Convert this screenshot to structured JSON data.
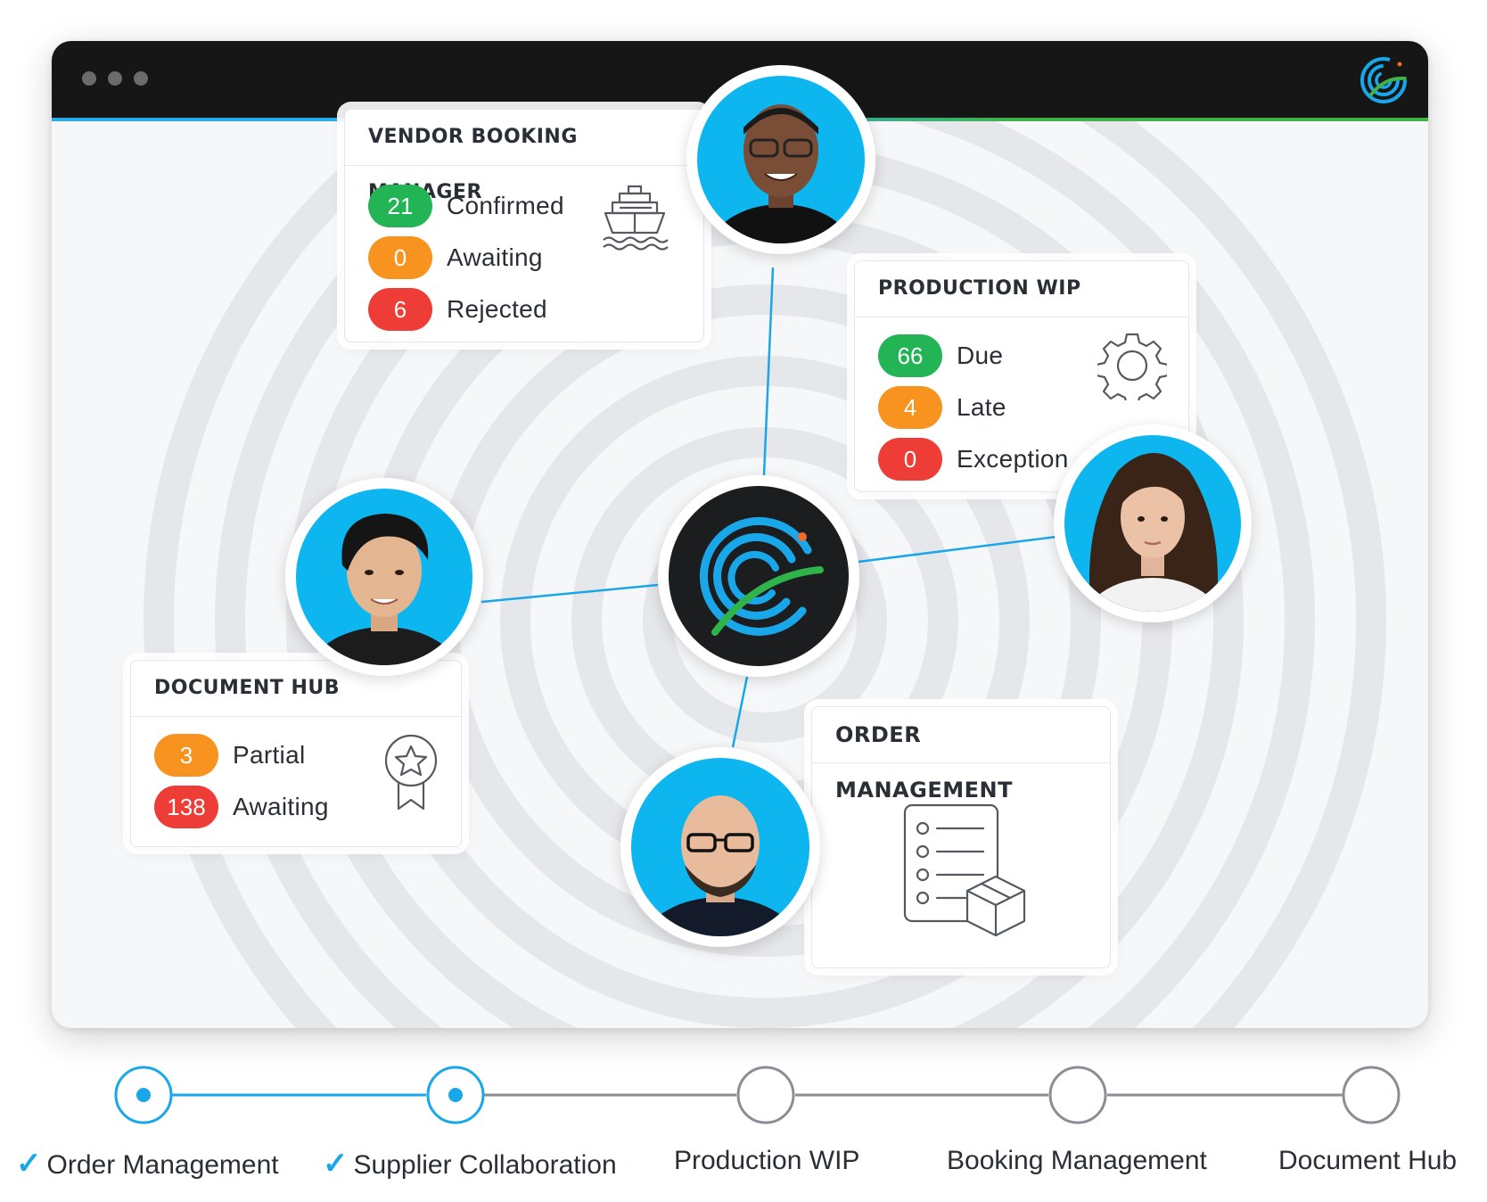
{
  "colors": {
    "accent_blue": "#1aa7ea",
    "accent_green": "#3fb34a",
    "pill_green": "#22b455",
    "pill_orange": "#f7931e",
    "pill_red": "#ee3c36",
    "titlebar": "#161616"
  },
  "window": {
    "logo_icon": "brand-logo-icon"
  },
  "vendor_booking": {
    "title": "VENDOR BOOKING MANAGER",
    "icon": "ship-icon",
    "rows": [
      {
        "count": "21",
        "label": "Confirmed",
        "status": "green"
      },
      {
        "count": "0",
        "label": "Awaiting",
        "status": "orange"
      },
      {
        "count": "6",
        "label": "Rejected",
        "status": "red"
      }
    ]
  },
  "production_wip": {
    "title": "PRODUCTION WIP",
    "icon": "gear-icon",
    "rows": [
      {
        "count": "66",
        "label": "Due",
        "status": "green"
      },
      {
        "count": "4",
        "label": "Late",
        "status": "orange"
      },
      {
        "count": "0",
        "label": "Exception",
        "status": "red"
      }
    ]
  },
  "document_hub": {
    "title": "DOCUMENT HUB",
    "icon": "award-ribbon-icon",
    "rows": [
      {
        "count": "3",
        "label": "Partial",
        "status": "orange"
      },
      {
        "count": "138",
        "label": "Awaiting",
        "status": "red"
      }
    ]
  },
  "order_management": {
    "title": "ORDER MANAGEMENT",
    "icon": "checklist-box-icon"
  },
  "timeline": {
    "steps": [
      {
        "label": "Order Management",
        "completed": true,
        "active": true
      },
      {
        "label": "Supplier Collaboration",
        "completed": true,
        "active": true
      },
      {
        "label": "Production WIP",
        "completed": false,
        "active": false
      },
      {
        "label": "Booking Management",
        "completed": false,
        "active": false
      },
      {
        "label": "Document Hub",
        "completed": false,
        "active": false
      }
    ]
  }
}
